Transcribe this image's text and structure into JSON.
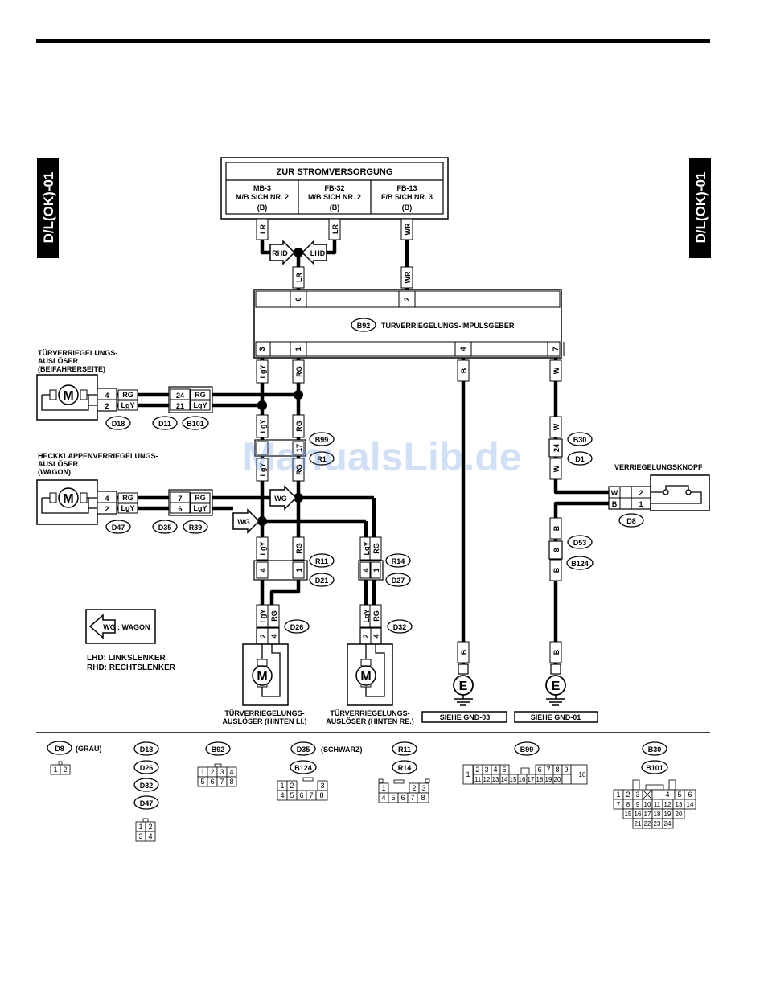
{
  "side_tab": "D/L(OK)-01",
  "watermark": "ManualsLib.de",
  "power_box": {
    "title": "ZUR STROMVERSORGUNG",
    "fuses": [
      {
        "id": "MB-3",
        "desc": "M/B SICH NR. 2",
        "col": "(B)"
      },
      {
        "id": "FB-32",
        "desc": "M/B SICH NR. 2",
        "col": "(B)"
      },
      {
        "id": "FB-13",
        "desc": "F/B SICH NR. 3",
        "col": "(B)"
      }
    ]
  },
  "impulse_unit": {
    "connector": "B92",
    "label": "TÜRVERRIEGELUNGS-IMPULSGEBER",
    "top_pins": [
      "6",
      "2"
    ],
    "bottom_pins": [
      "3",
      "1",
      "4",
      "7"
    ]
  },
  "wire_colors": {
    "LR": "LR",
    "WR": "WR",
    "LgY": "LgY",
    "RG": "RG",
    "B": "B",
    "W": "W",
    "WG": "WG"
  },
  "drive_flags": {
    "rhd": "RHD",
    "lhd": "LHD"
  },
  "actuators": {
    "passenger": {
      "title": [
        "TÜRVERRIEGELUNGS-",
        "AUSLÖSER",
        "(BEIFAHRERSEITE)"
      ],
      "pins": [
        "4",
        "2"
      ],
      "conn": "D18",
      "junction_pins": [
        "24",
        "21"
      ],
      "junction_conns": [
        "D11",
        "B101"
      ]
    },
    "tailgate": {
      "title": [
        "HECKKLAPPENVERRIEGELUNGS-",
        "AUSLÖSER",
        "(WAGON)"
      ],
      "pins": [
        "4",
        "2"
      ],
      "conn": "D47",
      "junction_pins": [
        "7",
        "6"
      ],
      "junction_conns": [
        "D35",
        "R39"
      ]
    },
    "rear_left": {
      "title": [
        "TÜRVERRIEGELUNGS-",
        "AUSLÖSER (HINTEN LI.)"
      ],
      "pins": [
        "2",
        "4"
      ],
      "conn": "D26",
      "junction_pins": [
        "4",
        "1"
      ],
      "junction_conns": [
        "R11",
        "D21"
      ]
    },
    "rear_right": {
      "title": [
        "TÜRVERRIEGELUNGS-",
        "AUSLÖSER (HINTEN RE.)"
      ],
      "pins": [
        "2",
        "4"
      ],
      "conn": "D32",
      "junction_pins": [
        "4",
        "1"
      ],
      "junction_conns": [
        "R14",
        "D27"
      ]
    }
  },
  "motor_symbol": "M",
  "b99_junction": {
    "pin_lgy": "",
    "pin_rg": "17",
    "conns": [
      "B99",
      "R1"
    ]
  },
  "knob": {
    "label": "VERRIEGELUNGSKNOPF",
    "pins": [
      "2",
      "1"
    ],
    "conn": "D8"
  },
  "knob_line_junctions": {
    "upper_pin": "24",
    "upper_conns": [
      "B30",
      "D1"
    ],
    "lower_pin": "8",
    "lower_conns": [
      "D53",
      "B124"
    ]
  },
  "grounds": [
    {
      "symbol": "E",
      "label": "SIEHE GND-03"
    },
    {
      "symbol": "E",
      "label": "SIEHE GND-01"
    }
  ],
  "legend": {
    "wg_symbol": "WG",
    "wg_text": ": WAGON",
    "lhd": "LHD: LINKSLENKER",
    "rhd": "RHD: RECHTSLENKER"
  },
  "connector_views": {
    "d8": {
      "names": [
        "D8"
      ],
      "note": "(GRAU)",
      "rows": [
        [
          "1",
          "2"
        ]
      ]
    },
    "d18": {
      "names": [
        "D18",
        "D26",
        "D32",
        "D47"
      ],
      "rows": [
        [
          "1",
          "2"
        ],
        [
          "3",
          "4"
        ]
      ]
    },
    "b92": {
      "names": [
        "B92"
      ],
      "rows": [
        [
          "1",
          "2",
          "3",
          "4"
        ],
        [
          "5",
          "6",
          "7",
          "8"
        ]
      ]
    },
    "d35": {
      "names": [
        "D35",
        "B124"
      ],
      "note": "(SCHWARZ)",
      "rows": [
        [
          "1",
          "2",
          "3"
        ],
        [
          "4",
          "5",
          "6",
          "7",
          "8"
        ]
      ]
    },
    "r11": {
      "names": [
        "R11",
        "R14"
      ],
      "rows": [
        [
          "1",
          "2",
          "3"
        ],
        [
          "4",
          "5",
          "6",
          "7",
          "8"
        ]
      ]
    },
    "b99": {
      "names": [
        "B99"
      ],
      "rows": [
        [
          "1"
        ],
        [
          "2",
          "3",
          "4",
          "5",
          "6",
          "7",
          "8",
          "9",
          "10"
        ],
        [
          "11",
          "12",
          "13",
          "14",
          "15",
          "16",
          "17",
          "18",
          "19",
          "20"
        ]
      ]
    },
    "b30": {
      "names": [
        "B30",
        "B101"
      ],
      "rows": [
        [
          "1",
          "2",
          "3",
          "4",
          "5",
          "6"
        ],
        [
          "7",
          "8",
          "9",
          "10",
          "11",
          "12",
          "13",
          "14"
        ],
        [
          "15",
          "16",
          "17",
          "18",
          "19",
          "20"
        ],
        [
          "21",
          "22",
          "23",
          "24"
        ]
      ]
    }
  }
}
